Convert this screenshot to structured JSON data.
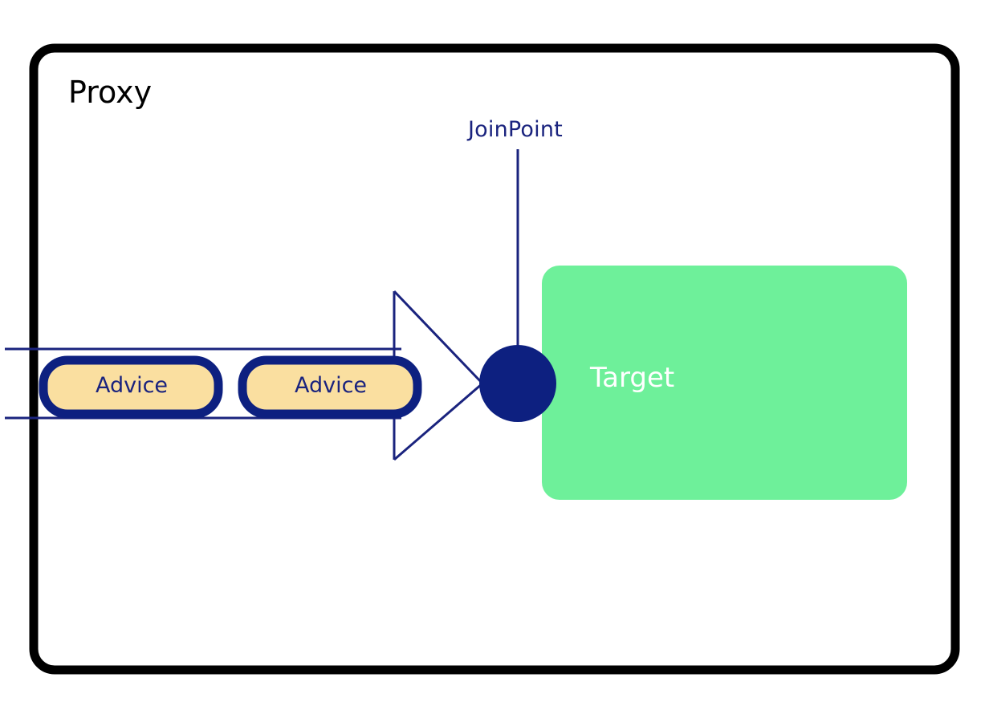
{
  "diagram": {
    "type": "spring-aop-proxy-diagram",
    "container": {
      "label": "Proxy",
      "border_color": "#000000",
      "fill_color": "#ffffff"
    },
    "target": {
      "label": "Target",
      "fill_color": "#6ef09a",
      "text_color": "#ffffff"
    },
    "joinpoint": {
      "label": "JoinPoint",
      "text_color": "#1a237e",
      "dot_color": "#0d2080"
    },
    "advices": [
      {
        "label": "Advice",
        "fill_color": "#fadfa0",
        "border_color": "#0d2080",
        "text_color": "#1a237e"
      },
      {
        "label": "Advice",
        "fill_color": "#fadfa0",
        "border_color": "#0d2080",
        "text_color": "#1a237e"
      }
    ],
    "arrow": {
      "name": "chevron-arrow",
      "stroke_color": "#1a237e"
    },
    "flow_lines": {
      "stroke_color": "#1a237e"
    }
  }
}
